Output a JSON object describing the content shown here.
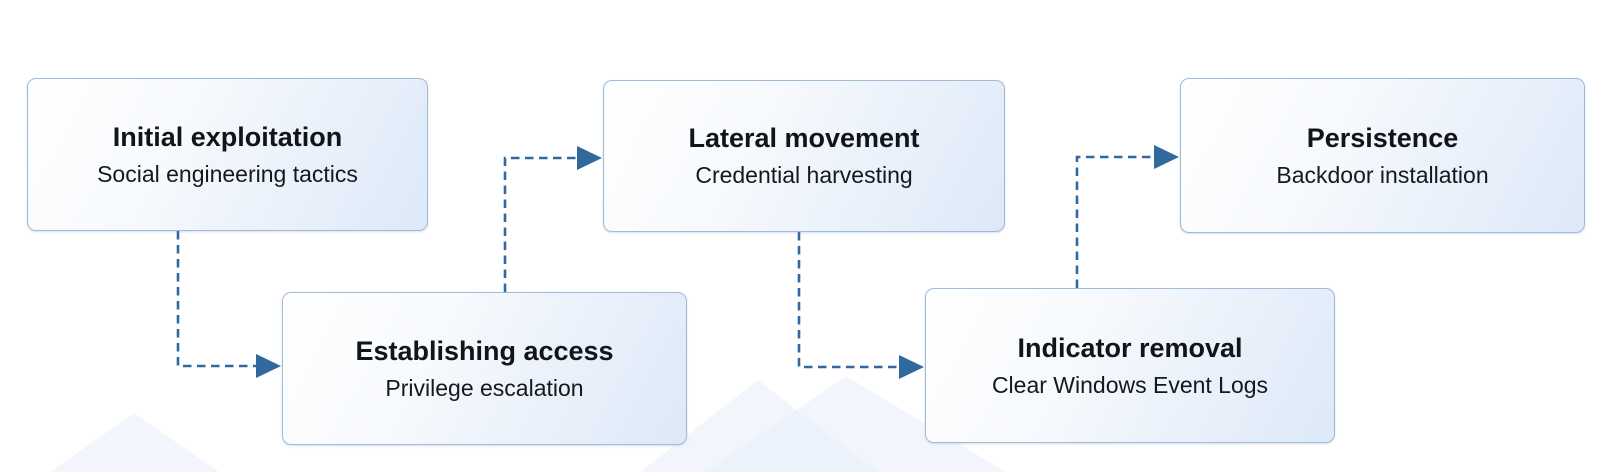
{
  "diagram": {
    "type": "flowchart",
    "description": "Attack chain flow diagram with five stages connected by dashed elbow arrows in a zigzag top/bottom layout",
    "nodes": [
      {
        "id": "initial-exploitation",
        "title": "Initial exploitation",
        "subtitle": "Social engineering tactics",
        "row": "top"
      },
      {
        "id": "establishing-access",
        "title": "Establishing access",
        "subtitle": "Privilege escalation",
        "row": "bottom"
      },
      {
        "id": "lateral-movement",
        "title": "Lateral movement",
        "subtitle": "Credential harvesting",
        "row": "top"
      },
      {
        "id": "indicator-removal",
        "title": "Indicator removal",
        "subtitle": "Clear Windows Event Logs",
        "row": "bottom"
      },
      {
        "id": "persistence",
        "title": "Persistence",
        "subtitle": "Backdoor installation",
        "row": "top"
      }
    ],
    "connectors": [
      {
        "from": "initial-exploitation",
        "to": "establishing-access",
        "style": "dashed",
        "arrow": "right"
      },
      {
        "from": "establishing-access",
        "to": "lateral-movement",
        "style": "dashed",
        "arrow": "right"
      },
      {
        "from": "lateral-movement",
        "to": "indicator-removal",
        "style": "dashed",
        "arrow": "right"
      },
      {
        "from": "indicator-removal",
        "to": "persistence",
        "style": "dashed",
        "arrow": "right"
      }
    ],
    "colors": {
      "connector": "#31699e",
      "node_border": "#9fbbd8",
      "node_fill_start": "#ffffff",
      "node_fill_end": "#dde8f8",
      "title": "#111418",
      "subtitle": "#15181c",
      "watermark": "#e7eef9"
    }
  }
}
